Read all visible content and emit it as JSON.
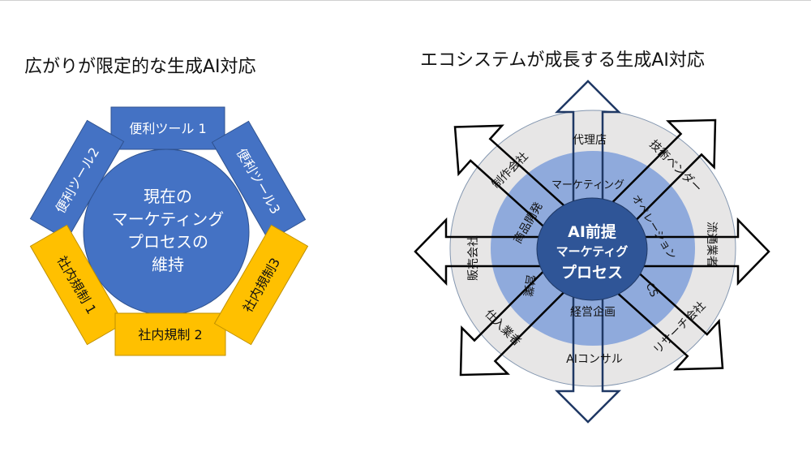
{
  "left": {
    "title": "広がりが限定的な生成AI対応",
    "center_lines": [
      "現在の",
      "マーケティング",
      "プロセスの",
      "維持"
    ],
    "tools": [
      "便利ツール 1",
      "便利ツール2",
      "便利ツール3"
    ],
    "rules": [
      "社内規制 1",
      "社内規制 2",
      "社内規制3"
    ],
    "colors": {
      "blue": "#4472c4",
      "yellow": "#ffc000"
    }
  },
  "right": {
    "title": "エコシステムが成長する生成AI対応",
    "center_lines": [
      "AI前提",
      "マーケティグ",
      "プロセス"
    ],
    "inner_ring": [
      "マーケティング",
      "オペレーション",
      "CS",
      "経営企画",
      "営業",
      "商品開発"
    ],
    "outer_ring": [
      "代理店",
      "技術ベンダー",
      "流通業者",
      "リサーチ会社",
      "AIコンサル",
      "仕入業者",
      "販売会社",
      "制作会社"
    ],
    "colors": {
      "center": "#2f5597",
      "inner": "#8faadc",
      "outer": "#e7e6e6"
    }
  }
}
